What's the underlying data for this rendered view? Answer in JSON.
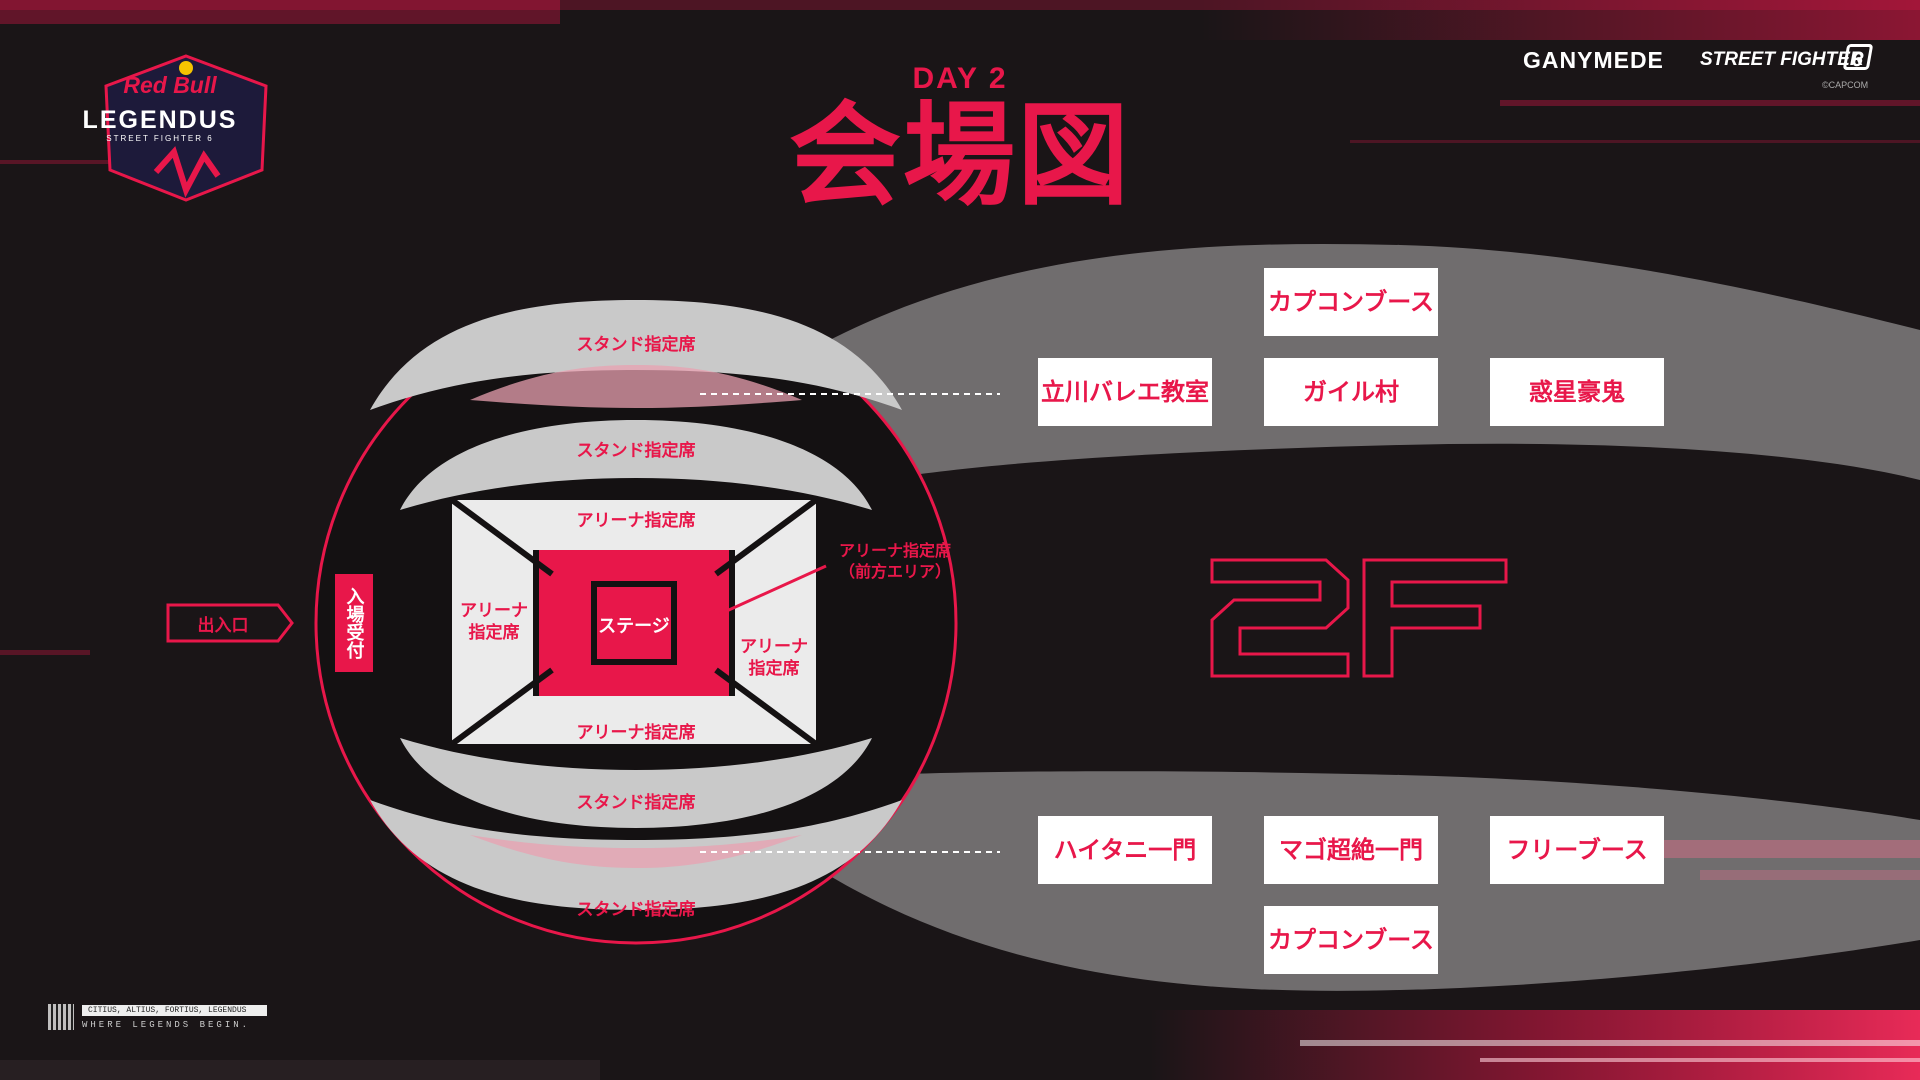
{
  "header": {
    "day": "DAY 2",
    "title": "会場図"
  },
  "branding": {
    "redbull": "Red Bull",
    "legends": "LEGENDUS",
    "legends_sub": "STREET FIGHTER 6",
    "partner": "GANYMEDE",
    "game": "STREET FIGHTER",
    "game_mark": "6",
    "copyright": "©CAPCOM",
    "motto": "CITIUS, ALTIUS, FORTIUS, LEGENDUS",
    "tagline": "WHERE LEGENDS BEGIN."
  },
  "venue": {
    "entrance": "出入口",
    "reception": "入場受付",
    "stage": "ステージ",
    "stand_top_outer": "スタンド指定席",
    "stand_top_inner": "スタンド指定席",
    "stand_bottom_inner": "スタンド指定席",
    "stand_bottom_outer": "スタンド指定席",
    "arena_top": "アリーナ指定席",
    "arena_bottom": "アリーナ指定席",
    "arena_left": [
      "アリーナ",
      "指定席"
    ],
    "arena_right": [
      "アリーナ",
      "指定席"
    ],
    "arena_front": [
      "アリーナ指定席",
      "（前方エリア）"
    ],
    "floor": "2F"
  },
  "booths_top": [
    "カプコンブース",
    "立川バレエ教室",
    "ガイル村",
    "惑星豪鬼"
  ],
  "booths_bottom": [
    "ハイタニ一門",
    "マゴ超絶一門",
    "フリーブース",
    "カプコンブース"
  ],
  "colors": {
    "accent": "#e8174a",
    "background": "#1a1517",
    "stand": "#c9c9c9",
    "arena": "#ebebeb",
    "booth_bg": "#ffffff"
  }
}
